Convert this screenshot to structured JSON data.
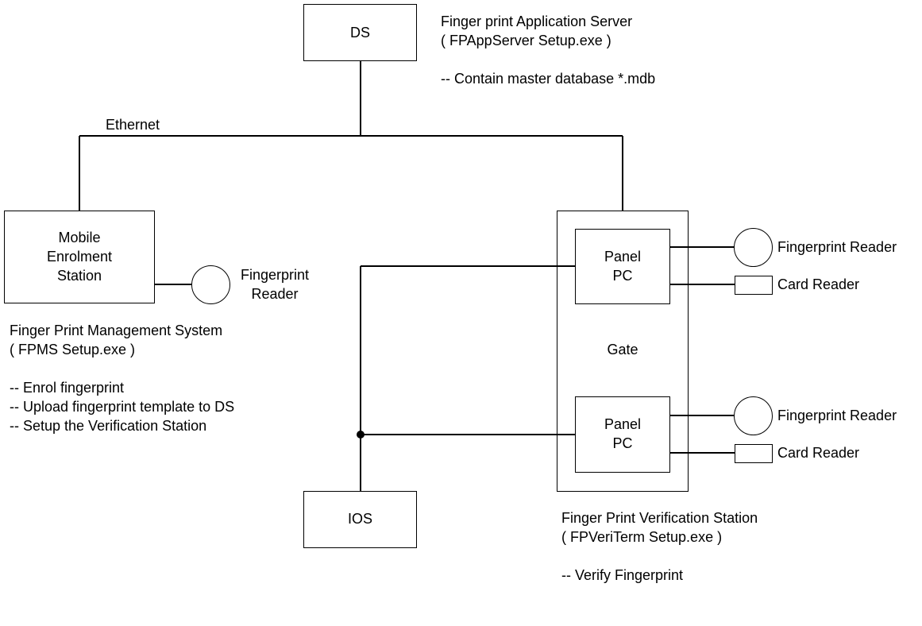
{
  "nodes": {
    "ds": {
      "label": "DS"
    },
    "ios": {
      "label": "IOS"
    },
    "gate": {
      "label": "Gate"
    },
    "mobile_station": {
      "lines": [
        "Mobile",
        "Enrolment",
        "Station"
      ]
    },
    "panel_pc_top": {
      "lines": [
        "Panel",
        "PC"
      ]
    },
    "panel_pc_bottom": {
      "lines": [
        "Panel",
        "PC"
      ]
    },
    "fingerprint_reader_left": {
      "lines": [
        "Fingerprint",
        "Reader"
      ]
    },
    "fingerprint_reader_top": {
      "label": "Fingerprint Reader"
    },
    "card_reader_top": {
      "label": "Card Reader"
    },
    "fingerprint_reader_bottom": {
      "label": "Fingerprint Reader"
    },
    "card_reader_bottom": {
      "label": "Card Reader"
    }
  },
  "network": {
    "label": "Ethernet"
  },
  "notes": {
    "app_server": {
      "title": "Finger print Application Server",
      "setup": "( FPAppServer Setup.exe )",
      "items": [
        "-- Contain master database *.mdb"
      ]
    },
    "management": {
      "title": "Finger Print Management System",
      "setup": "( FPMS Setup.exe )",
      "items": [
        "-- Enrol fingerprint",
        "-- Upload fingerprint template to DS",
        "-- Setup the Verification Station"
      ]
    },
    "verification": {
      "title": "Finger Print Verification Station",
      "setup": "( FPVeriTerm Setup.exe )",
      "items": [
        "-- Verify Fingerprint"
      ]
    }
  }
}
